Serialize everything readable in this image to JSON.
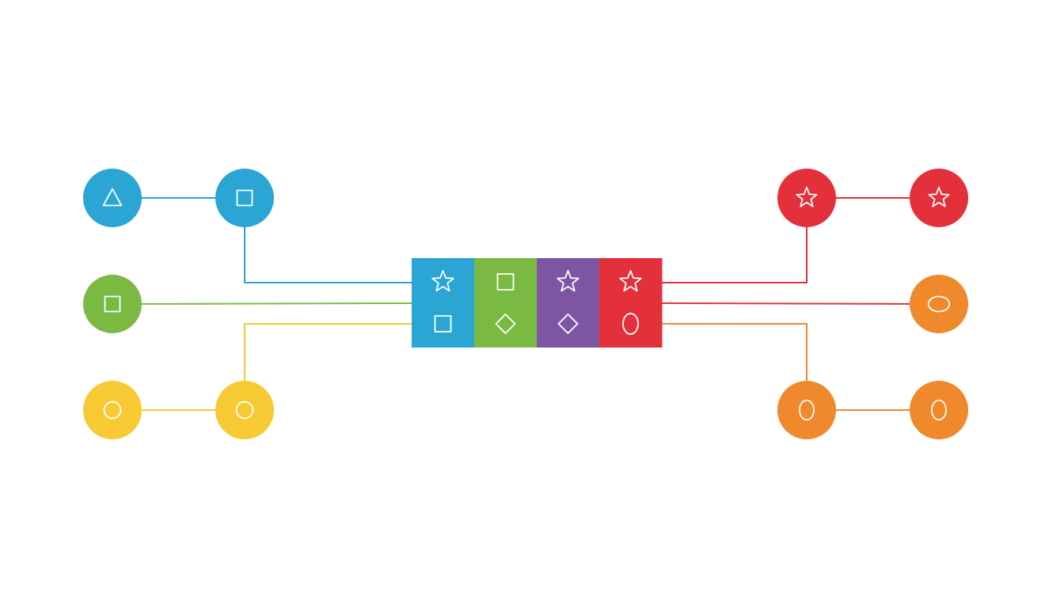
{
  "colors": {
    "blue": "#2aa5d4",
    "green": "#7aba43",
    "purple": "#7c56a3",
    "red": "#e3303a",
    "yellow": "#f7c932",
    "orange": "#f0882c",
    "glyph": "#ffffff",
    "background": "#ffffff"
  },
  "hub": {
    "columns": [
      {
        "color": "blue",
        "top_icon": "star",
        "bottom_icon": "square"
      },
      {
        "color": "green",
        "top_icon": "square",
        "bottom_icon": "diamond"
      },
      {
        "color": "purple",
        "top_icon": "star",
        "bottom_icon": "diamond"
      },
      {
        "color": "red",
        "top_icon": "star",
        "bottom_icon": "ellipse-vertical"
      }
    ]
  },
  "nodes": [
    {
      "id": "blue-outer",
      "color": "blue",
      "icon": "triangle"
    },
    {
      "id": "blue-inner",
      "color": "blue",
      "icon": "square"
    },
    {
      "id": "green-outer",
      "color": "green",
      "icon": "square"
    },
    {
      "id": "yellow-outer",
      "color": "yellow",
      "icon": "circle"
    },
    {
      "id": "yellow-inner",
      "color": "yellow",
      "icon": "circle"
    },
    {
      "id": "red-inner",
      "color": "red",
      "icon": "star"
    },
    {
      "id": "red-outer",
      "color": "red",
      "icon": "star"
    },
    {
      "id": "orange-mid",
      "color": "orange",
      "icon": "ellipse-horizontal"
    },
    {
      "id": "orange-inner",
      "color": "orange",
      "icon": "ellipse-vertical"
    },
    {
      "id": "orange-outer",
      "color": "orange",
      "icon": "ellipse-vertical"
    }
  ],
  "connections": [
    {
      "from": "blue-outer",
      "to": "blue-inner",
      "color": "blue"
    },
    {
      "from": "blue-inner",
      "to": "hub",
      "color": "blue"
    },
    {
      "from": "green-outer",
      "to": "hub",
      "color": "green"
    },
    {
      "from": "yellow-outer",
      "to": "yellow-inner",
      "color": "yellow"
    },
    {
      "from": "yellow-inner",
      "to": "hub",
      "color": "yellow"
    },
    {
      "from": "red-inner",
      "to": "red-outer",
      "color": "red"
    },
    {
      "from": "hub",
      "to": "red-inner",
      "color": "red"
    },
    {
      "from": "hub",
      "to": "orange-mid",
      "color": "red"
    },
    {
      "from": "orange-inner",
      "to": "orange-outer",
      "color": "orange"
    },
    {
      "from": "hub",
      "to": "orange-inner",
      "color": "orange"
    }
  ]
}
